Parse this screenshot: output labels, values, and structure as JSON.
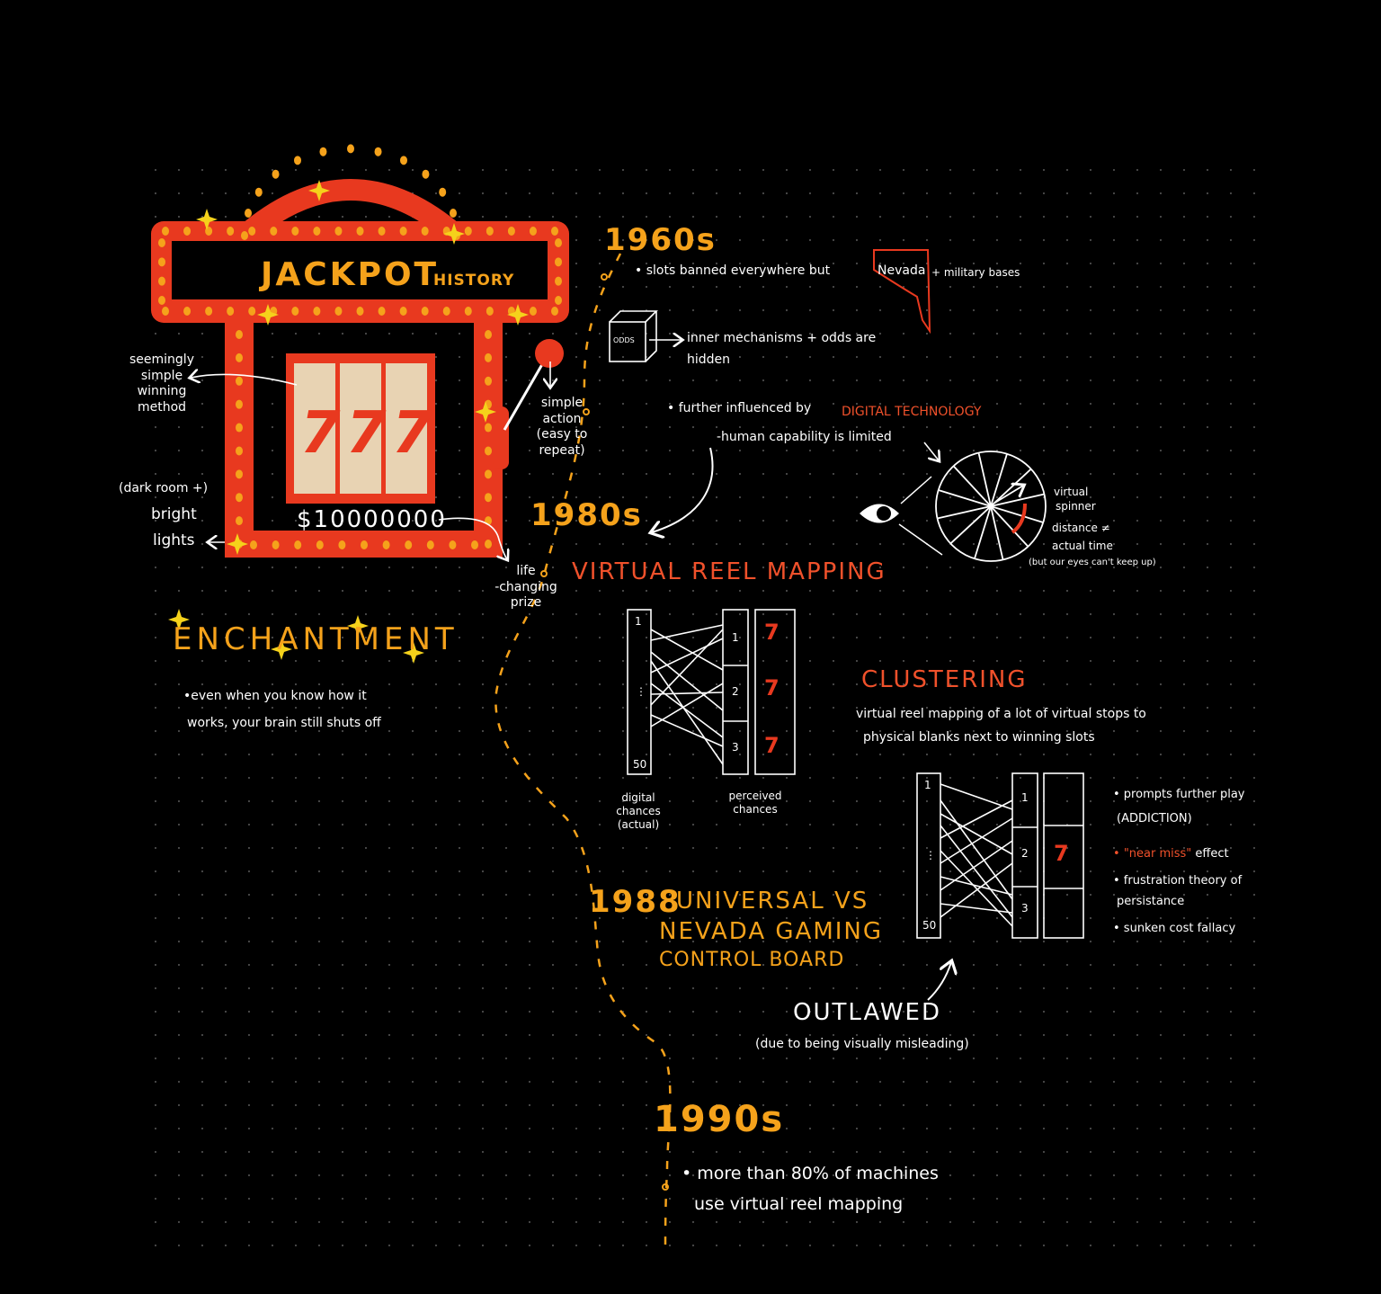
{
  "colors": {
    "background": "#000000",
    "accent": "#f5a21b",
    "red": "#e8391f",
    "cream": "#e8d3b3",
    "ink": "#ffffff"
  },
  "sign": {
    "jackpot": "JACKPOT",
    "history": "HISTORY",
    "prize": "$10000000",
    "reel_symbol": "7"
  },
  "left_annotations": {
    "winning_method": [
      "seemingly",
      "simple",
      "winning",
      "method"
    ],
    "dark_room": "(dark room +)",
    "bright": "bright",
    "lights": "lights",
    "simple_action": [
      "simple",
      "action",
      "(easy to",
      "repeat)"
    ],
    "life_changing": [
      "life",
      "-changing",
      "prize"
    ]
  },
  "enchantment": {
    "title": "ENCHANTMENT",
    "note_line1": "•even when you know how it",
    "note_line2": "works, your brain still shuts off"
  },
  "era_1960s": {
    "label": "1960s",
    "banned_before": "• slots banned everywhere but",
    "nevada": "Nevada",
    "banned_after": "+ military bases",
    "box_label": "ODDS",
    "hidden_line1": "inner mechanisms + odds are",
    "hidden_line2": "hidden",
    "further_prefix": "• further influenced by",
    "digital": "DIGITAL TECHNOLOGY",
    "capability": "-human capability is limited"
  },
  "spinner": {
    "label_line1": "virtual",
    "label_line2": "spinner",
    "distance": "distance ≠",
    "actual": "actual time",
    "eyes": "(but our eyes can't keep up)"
  },
  "era_1980s": {
    "label": "1980s",
    "vrm_title": "VIRTUAL REEL MAPPING",
    "top": "1",
    "dots": "⋮",
    "bottom": "50",
    "stop1": "1",
    "stop2": "2",
    "stop3": "3",
    "digital_line1": "digital",
    "digital_line2": "chances",
    "digital_line3": "(actual)",
    "perceived_line1": "perceived",
    "perceived_line2": "chances"
  },
  "clustering": {
    "title": "CLUSTERING",
    "desc_line1": "virtual reel mapping of a lot of virtual stops to",
    "desc_line2": "physical blanks next to winning slots",
    "bullet1": "• prompts further play",
    "bullet1b": "(ADDICTION)",
    "bullet2_dot": "• ",
    "near_miss": "\"near miss\"",
    "bullet2_rest": "effect",
    "bullet3": "• frustration theory of",
    "bullet3b": "persistance",
    "bullet4": "• sunken cost fallacy"
  },
  "era_1988": {
    "year": "1988",
    "line1": "UNIVERSAL VS",
    "line2": "NEVADA GAMING",
    "line3": "CONTROL BOARD",
    "outlawed": "OUTLAWED",
    "reason": "(due to being visually misleading)"
  },
  "era_1990s": {
    "label": "1990s",
    "line1": "• more than 80% of machines",
    "line2": "use virtual reel mapping"
  }
}
